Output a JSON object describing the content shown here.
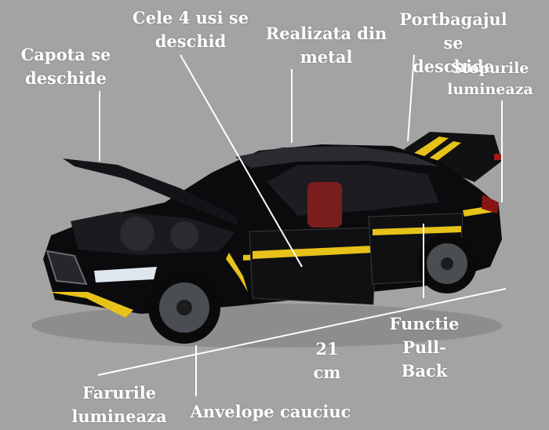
{
  "labels": {
    "hood": "Capota se\ndeschide",
    "doors": "Cele 4 usi se\ndeschid",
    "metal": "Realizata din\nmetal",
    "trunk": "Portbagajul se\ndeschide",
    "stoplights": "Stopurile\nlumineaza",
    "headlights": "Farurile\nlumineaza",
    "tires": "Anvelope cauciuc",
    "pullback": "Functie Pull-\nBack",
    "length": "21 cm"
  },
  "colors": {
    "background": "#a3a3a3",
    "car_body": "#0b0b0d",
    "accent_stripe": "#e6c21a",
    "label_text": "#ffffff"
  }
}
